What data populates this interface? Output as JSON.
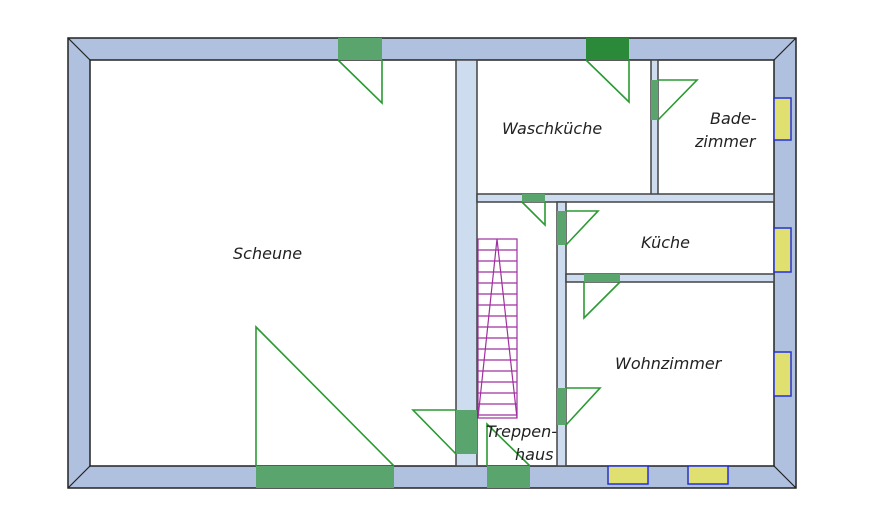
{
  "rooms": {
    "scheune": "Scheune",
    "waschkueche": "Waschküche",
    "badezimmer_line1": "Bade-",
    "badezimmer_line2": "zimmer",
    "kueche": "Küche",
    "wohnzimmer": "Wohnzimmer",
    "treppenhaus_line1": "Treppen-",
    "treppenhaus_line2": "haus"
  },
  "colors": {
    "outer_wall": "#b0c1e0",
    "inner_wall": "#cddcee",
    "door": "#5aa56e",
    "window": "#dfe070",
    "stairs": "#a030a0"
  }
}
